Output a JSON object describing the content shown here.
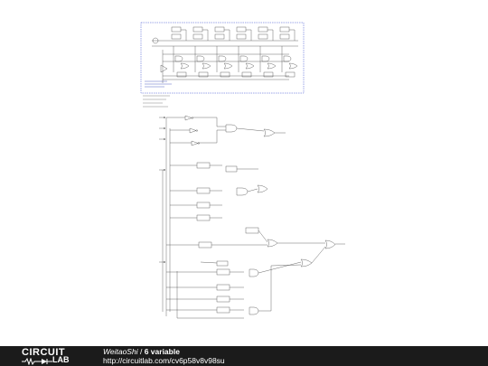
{
  "footer": {
    "logo_top": "CIRCUIT",
    "logo_bottom": "LAB",
    "author": "WeitaoShi",
    "separator": "/",
    "title": "6 variable",
    "url": "http://circuitlab.com/cv6p58v8v98su"
  },
  "colors": {
    "footer_bg": "#1b1b1b",
    "wire": "#444444",
    "frame": "#3b4fd0",
    "note_blue": "#2c3fb5"
  },
  "icons": [
    "logo-waveform-icon"
  ]
}
